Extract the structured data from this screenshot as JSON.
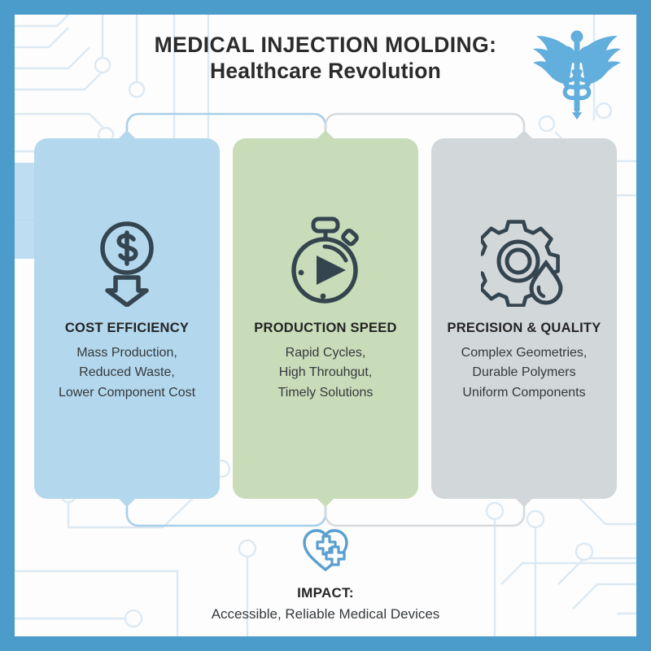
{
  "header": {
    "title_line1": "MEDICAL INJECTION MOLDING:",
    "title_line2": "Healthcare Revolution",
    "logo_icon": "caduceus-icon"
  },
  "colors": {
    "frame_blue": "#4b9bcb",
    "canvas": "#fdfdfd",
    "card_1": "#b3d7ed",
    "card_2": "#c8dcb9",
    "card_3": "#d2d7da",
    "icon_stroke": "#35454f",
    "accent_blue": "#5a9fd0",
    "circuit_line": "#dce9f3",
    "heading_text": "#242424",
    "body_text": "#35393c"
  },
  "cards": [
    {
      "id": "cost-efficiency",
      "heading": "COST EFFICIENCY",
      "icon": "dollar-circle-down-arrow-icon",
      "lines": [
        "Mass Production,",
        "Reduced Waste,",
        "Lower Component Cost"
      ]
    },
    {
      "id": "production-speed",
      "heading": "PRODUCTION SPEED",
      "icon": "stopwatch-play-icon",
      "lines": [
        "Rapid Cycles,",
        "High Throuhgut,",
        "Timely Solutions"
      ]
    },
    {
      "id": "precision-quality",
      "heading": "PRECISION & QUALITY",
      "icon": "gear-droplet-icon",
      "lines": [
        "Complex Geometries,",
        "Durable Polymers",
        "Uniform Components"
      ]
    }
  ],
  "footer": {
    "icon": "heart-medical-cross-icon",
    "title": "IMPACT:",
    "subtitle": "Accessible, Reliable Medical Devices"
  }
}
